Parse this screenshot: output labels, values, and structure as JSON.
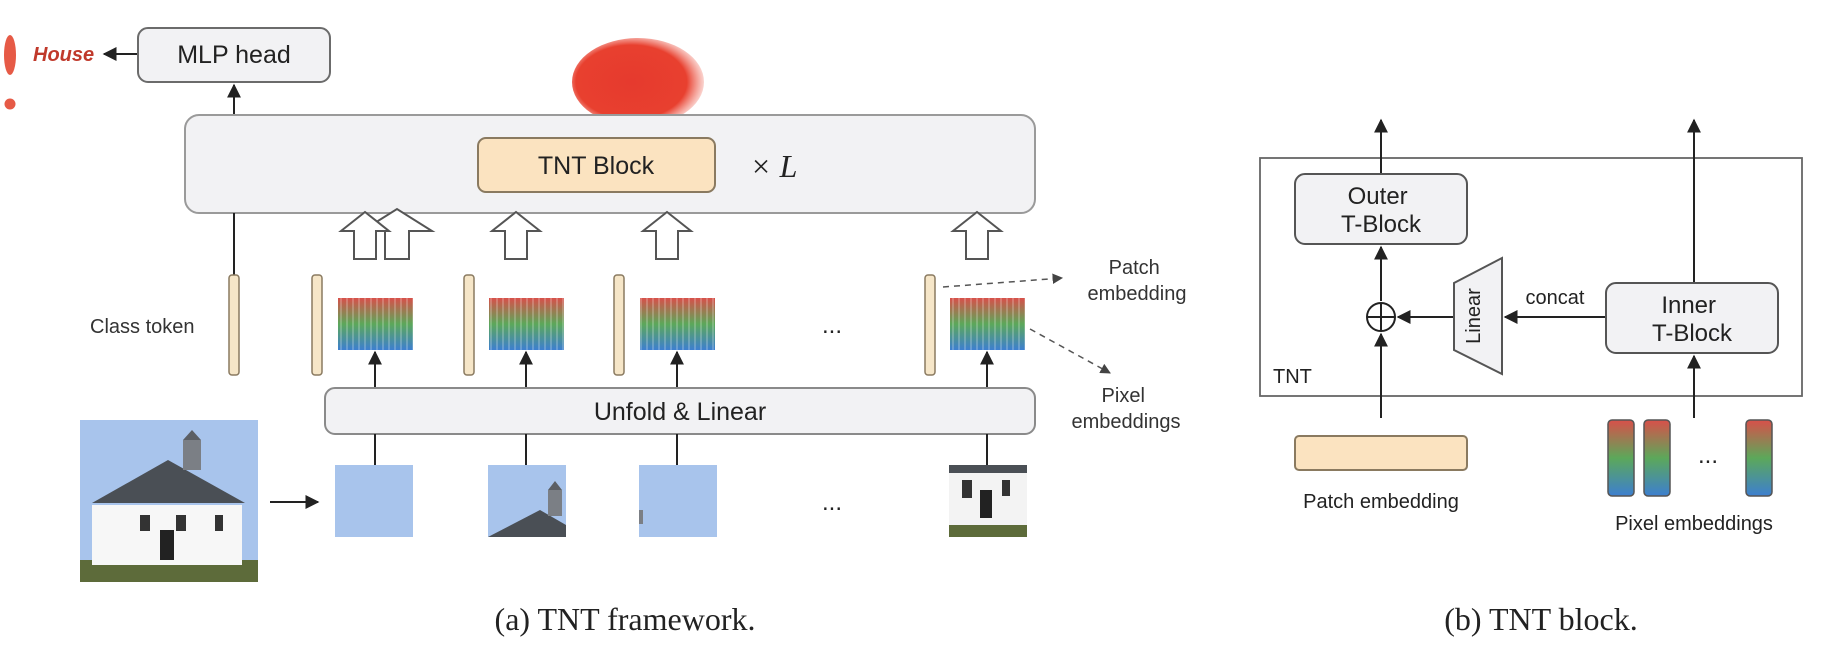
{
  "framework": {
    "output_label": "House",
    "mlp_head_label": "MLP head",
    "tnt_block_label": "TNT Block",
    "repeat_label": "× L",
    "class_token_label": "Class token",
    "patch_embedding_label": "Patch\nembedding",
    "pixel_embeddings_label": "Pixel\nembeddings",
    "unfold_label": "Unfold & Linear",
    "ellipsis": "...",
    "caption": "(a) TNT framework."
  },
  "block": {
    "outer_label": "Outer\nT-Block",
    "inner_label": "Inner\nT-Block",
    "linear_label": "Linear",
    "concat_label": "concat",
    "tnt_label": "TNT",
    "patch_embedding_label": "Patch embedding",
    "pixel_embeddings_label": "Pixel embeddings",
    "ellipsis": "...",
    "caption": "(b) TNT block."
  },
  "colors": {
    "box_fill": "#f2f2f4",
    "box_stroke": "#6b6b6b",
    "block_fill": "#fbe3c0",
    "token_fill": "#f6e6c8",
    "token_stroke": "#8a7a60",
    "sky": "#a8c4ec",
    "red_blob": "#e63a2e",
    "house_label": "#c0392b"
  },
  "icons": {
    "plus": "circled-plus-icon",
    "up_arrow": "hollow-up-arrow-icon"
  }
}
